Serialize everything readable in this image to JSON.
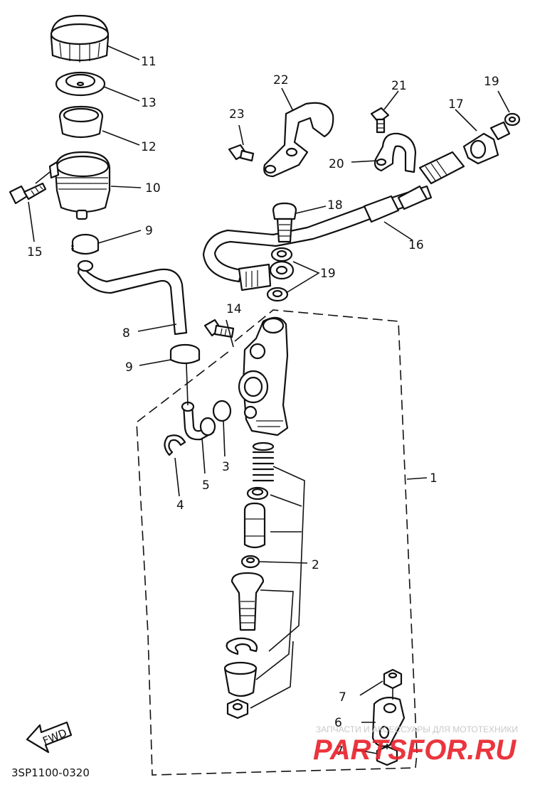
{
  "diagram": {
    "code": "3SP1100-0320",
    "direction_label": "FWD",
    "callouts": [
      {
        "id": "c11",
        "text": "11"
      },
      {
        "id": "c13",
        "text": "13"
      },
      {
        "id": "c12",
        "text": "12"
      },
      {
        "id": "c10",
        "text": "10"
      },
      {
        "id": "c15",
        "text": "15"
      },
      {
        "id": "c9a",
        "text": "9"
      },
      {
        "id": "c8",
        "text": "8"
      },
      {
        "id": "c9b",
        "text": "9"
      },
      {
        "id": "c14",
        "text": "14"
      },
      {
        "id": "c3",
        "text": "3"
      },
      {
        "id": "c5",
        "text": "5"
      },
      {
        "id": "c4",
        "text": "4"
      },
      {
        "id": "c2",
        "text": "2"
      },
      {
        "id": "c1",
        "text": "1"
      },
      {
        "id": "c22",
        "text": "22"
      },
      {
        "id": "c23",
        "text": "23"
      },
      {
        "id": "c21",
        "text": "21"
      },
      {
        "id": "c20",
        "text": "20"
      },
      {
        "id": "c17",
        "text": "17"
      },
      {
        "id": "c19a",
        "text": "19"
      },
      {
        "id": "c18",
        "text": "18"
      },
      {
        "id": "c16",
        "text": "16"
      },
      {
        "id": "c19b",
        "text": "19"
      },
      {
        "id": "c7a",
        "text": "7"
      },
      {
        "id": "c6",
        "text": "6"
      },
      {
        "id": "c7b",
        "text": "7"
      }
    ]
  },
  "watermark": {
    "tagline": "ЗАПЧАСТИ И АКСЕССУАРЫ ДЛЯ МОТОТЕХНИКИ",
    "brand_main": "PARTS",
    "brand_suffix": "FOR.RU",
    "color_main": "#e8202a",
    "color_suffix": "#e8202a"
  }
}
